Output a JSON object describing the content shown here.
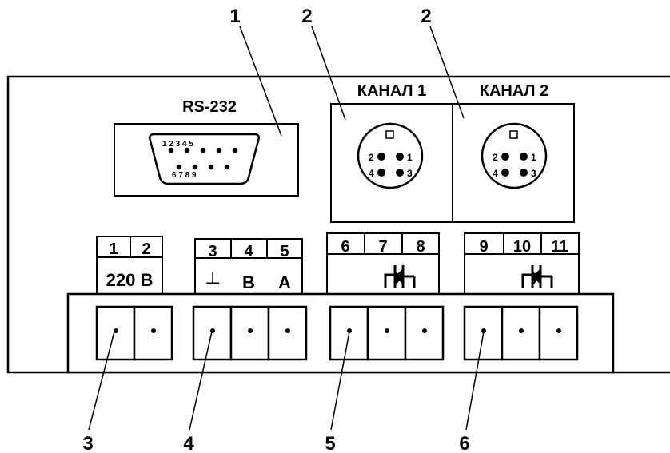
{
  "callouts": {
    "c1": "1",
    "c2a": "2",
    "c2b": "2",
    "c3": "3",
    "c4": "4",
    "c5": "5",
    "c6": "6"
  },
  "rs232": {
    "title": "RS-232",
    "top_pins": "1 2 3 4 5",
    "bottom_pins": "6 7 8 9"
  },
  "channels": [
    {
      "title": "КАНАЛ 1",
      "pins": [
        "2",
        "1",
        "4",
        "3"
      ]
    },
    {
      "title": "КАНАЛ 2",
      "pins": [
        "2",
        "1",
        "4",
        "3"
      ]
    }
  ],
  "terminal_groups": [
    {
      "numbers": [
        "1",
        "2"
      ],
      "labels": [
        "220 В"
      ]
    },
    {
      "numbers": [
        "3",
        "4",
        "5"
      ],
      "labels": [
        "┴",
        "В",
        "А"
      ]
    },
    {
      "numbers": [
        "6",
        "7",
        "8"
      ],
      "labels": []
    },
    {
      "numbers": [
        "9",
        "10",
        "11"
      ],
      "labels": []
    }
  ]
}
